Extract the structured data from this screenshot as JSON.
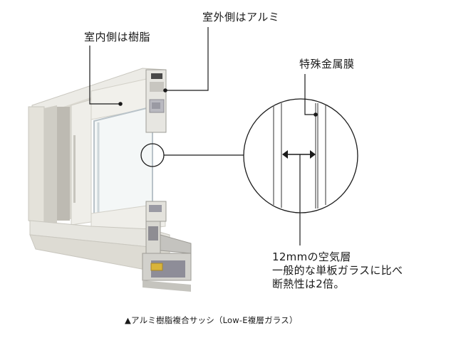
{
  "diagram": {
    "title": "アルミ樹脂複合サッシ（Low-E複層ガラス）",
    "caption_marker": "▲",
    "callouts": {
      "indoor": "室内側は樹脂",
      "outdoor": "室外側はアルミ",
      "metal_film": "特殊金属膜"
    },
    "note": {
      "line1": "12mmの空気層",
      "line2": "一般的な単板ガラスに比べ",
      "line3": "断熱性は2倍。"
    },
    "colors": {
      "line": "#1a1a1a",
      "frame_light": "#ecebe6",
      "frame_mid": "#d6d4cc",
      "frame_shadow": "#a9a7a0",
      "glass": "#f3f6f6",
      "glass_edge": "#bcc6cc",
      "profile_gray": "#8e8d93",
      "spacer_yellow": "#d9b43a"
    }
  }
}
